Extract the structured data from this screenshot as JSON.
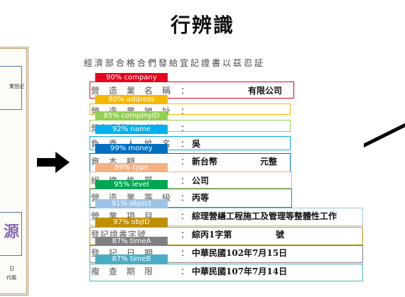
{
  "title": "行辨識",
  "left_document": {
    "seal_char": "源",
    "side_text_1": "業登記",
    "side_text_2": "日",
    "side_text_3": "代碼"
  },
  "document": {
    "header": "經濟部合格合們發給宜記證書以茲忍証",
    "rows": [
      {
        "label": "營造業名稱",
        "colon": "：",
        "value": "",
        "value2": "有限公司"
      },
      {
        "label": "營造業地址",
        "colon": "：",
        "value": "",
        "value2": ""
      },
      {
        "label": "營利事業統一編號",
        "colon": "：",
        "value": "",
        "value2": ""
      },
      {
        "label": "負責人姓名",
        "colon": "：",
        "value": "吳",
        "value2": ""
      },
      {
        "label": "資本額",
        "colon": "：",
        "value": "新台幣",
        "value2": "元整"
      },
      {
        "label": "組織性質",
        "colon": "：",
        "value": "公司",
        "value2": ""
      },
      {
        "label": "營造業等級",
        "colon": "：",
        "value": "丙等",
        "value2": ""
      },
      {
        "label": "營業項目",
        "colon": "：",
        "value": "綜理營繕工程施工及管理等整體性工作",
        "value2": ""
      },
      {
        "label": "登記證書字號",
        "colon": "：",
        "value": "綜丙1字第",
        "value2": "號"
      },
      {
        "label": "登記日期",
        "colon": "：",
        "value": "中華民國102年7月15日",
        "value2": ""
      },
      {
        "label": "複查期限",
        "colon": "：",
        "value": "中華民國107年7月14日",
        "value2": ""
      }
    ]
  },
  "detections": [
    {
      "label": "90% company",
      "color": "#e8001c"
    },
    {
      "label": "80% address",
      "color": "#f5b800"
    },
    {
      "label": "85% compInyID",
      "color": "#92d050"
    },
    {
      "label": "92% name",
      "color": "#00b0f0"
    },
    {
      "label": "99% money",
      "color": "#0070c0"
    },
    {
      "label": "99% type",
      "color": "#f4b183"
    },
    {
      "label": "95% level",
      "color": "#00a651"
    },
    {
      "label": "91% object",
      "color": "#9dc3e6"
    },
    {
      "label": "97% objID",
      "color": "#bf9000"
    },
    {
      "label": "87% timeA",
      "color": "#808080"
    },
    {
      "label": "87% timeB",
      "color": "#4bacc6"
    }
  ]
}
